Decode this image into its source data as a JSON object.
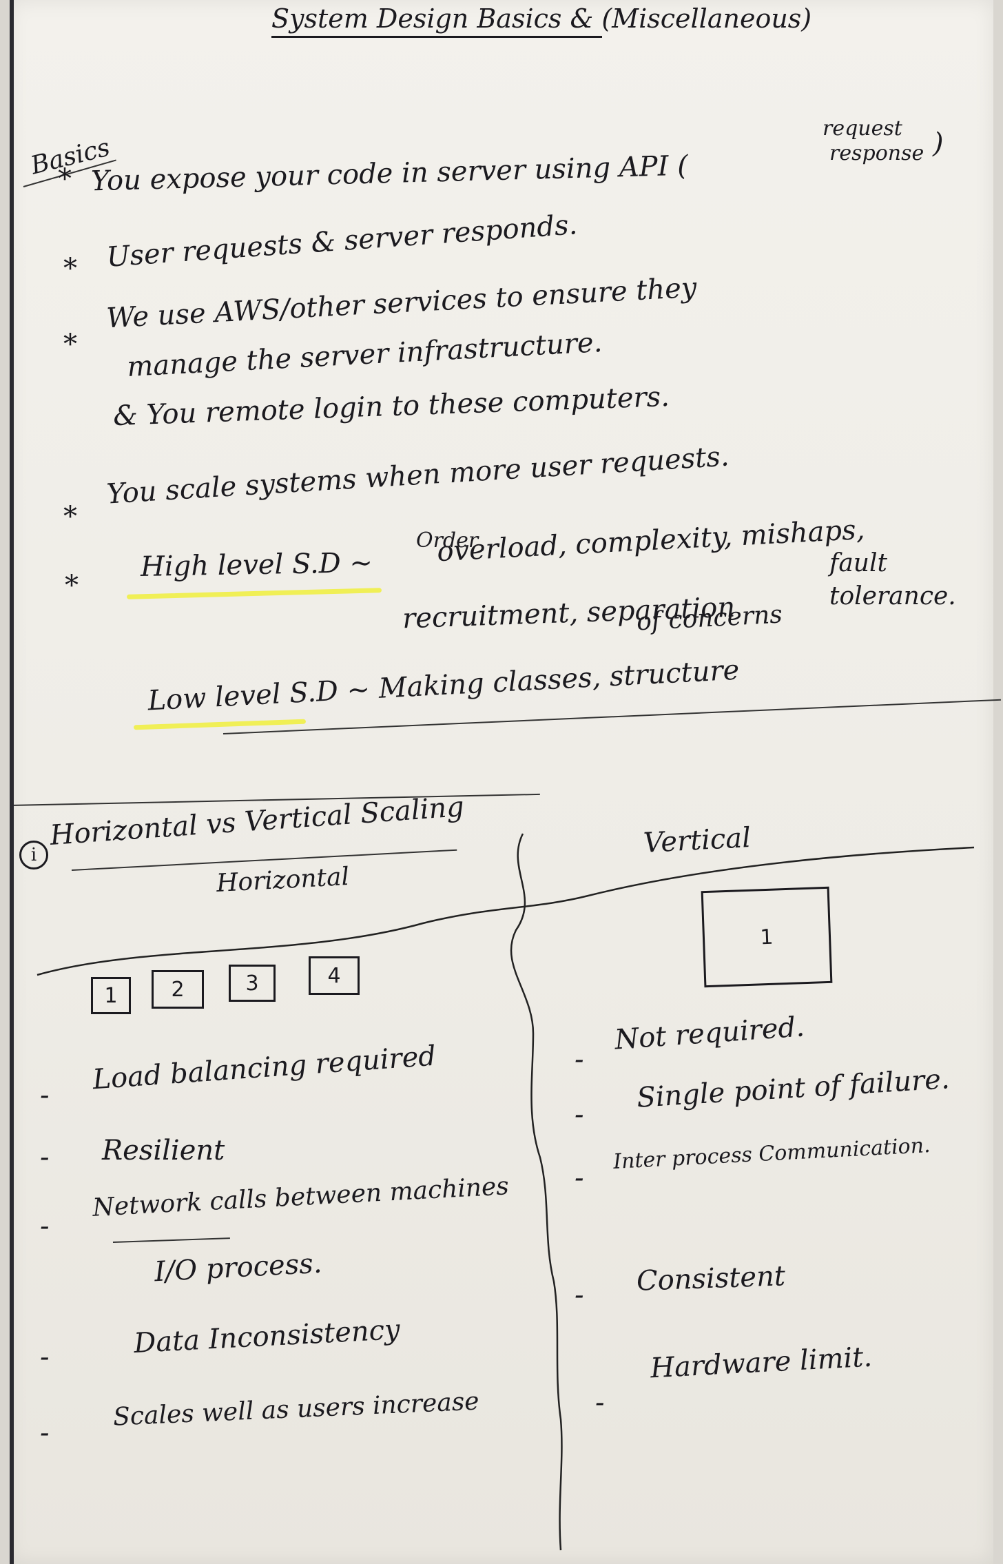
{
  "title": "System Design Basics & (Miscellaneous)",
  "basics": {
    "heading": "Basics",
    "lines": [
      {
        "bullet": "*",
        "text": "You expose your code in server using API ("
      },
      {
        "bullet": "",
        "text": "request"
      },
      {
        "bullet": "",
        "text": "response"
      },
      {
        "bullet": "*",
        "text": "User requests & server responds."
      },
      {
        "bullet": "*",
        "text": "We use AWS/other services to ensure they"
      },
      {
        "bullet": "",
        "text": "manage the server infrastructure."
      },
      {
        "bullet": "",
        "text": "& You remote login to these computers."
      },
      {
        "bullet": "*",
        "text": "You scale systems when more user requests."
      },
      {
        "bullet": "*",
        "text": "High level S.D ~"
      },
      {
        "bullet": "",
        "text": "Order"
      },
      {
        "bullet": "",
        "text": "overload, complexity, mishaps,"
      },
      {
        "bullet": "",
        "text": "recruitment, separation"
      },
      {
        "bullet": "",
        "text": "of concerns"
      },
      {
        "bullet": "",
        "text": "fault"
      },
      {
        "bullet": "",
        "text": "tolerance."
      },
      {
        "bullet": "",
        "text": "Low level S.D ~ Making classes, structure"
      }
    ]
  },
  "scaling": {
    "number": "i",
    "heading": "Horizontal vs Vertical Scaling",
    "horizontal": {
      "label": "Horizontal",
      "boxes": [
        "1",
        "2",
        "3",
        "4"
      ],
      "points": [
        "Load balancing required",
        "Resilient",
        "Network calls between machines",
        "I/O process.",
        "Data Inconsistency",
        "Scales well as users increase"
      ]
    },
    "vertical": {
      "label": "Vertical",
      "boxes": [
        "1"
      ],
      "points": [
        "Not required.",
        "Single point of failure.",
        "Inter process Communication.",
        "Consistent",
        "Hardware limit."
      ]
    }
  }
}
